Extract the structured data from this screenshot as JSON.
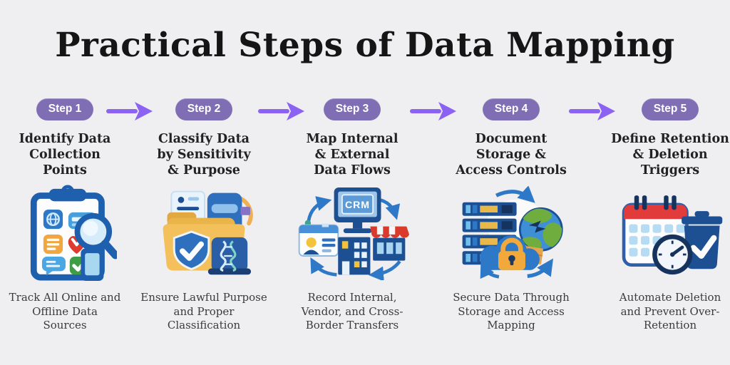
{
  "page": {
    "title": "Practical Steps of Data Mapping",
    "background_color": "#efeef0",
    "badge_color": "#7f6eb4",
    "arrow_color": "#8c62f2",
    "title_color": "#151515"
  },
  "steps": [
    {
      "badge": "Step 1",
      "title": "Identify Data\nCollection\nPoints",
      "description": "Track All Online and\nOffline Data\nSources",
      "icon": "clipboard-magnifier-icon"
    },
    {
      "badge": "Step 2",
      "title": "Classify Data\nby Sensitivity\n& Purpose",
      "description": "Ensure Lawful Purpose\nand Proper\nClassification",
      "icon": "folder-shield-icon"
    },
    {
      "badge": "Step 3",
      "title": "Map Internal\n& External\nData Flows",
      "description": "Record Internal,\nVendor, and Cross-\nBorder Transfers",
      "icon": "crm-data-flow-icon",
      "icon_label": "CRM"
    },
    {
      "badge": "Step 4",
      "title": "Document\nStorage &\nAccess Controls",
      "description": "Secure Data Through\nStorage and Access\nMapping",
      "icon": "server-cloud-lock-globe-icon"
    },
    {
      "badge": "Step 5",
      "title": "Define Retention\n& Deletion\nTriggers",
      "description": "Automate Deletion\nand Prevent Over-\nRetention",
      "icon": "calendar-trash-timer-icon"
    }
  ]
}
